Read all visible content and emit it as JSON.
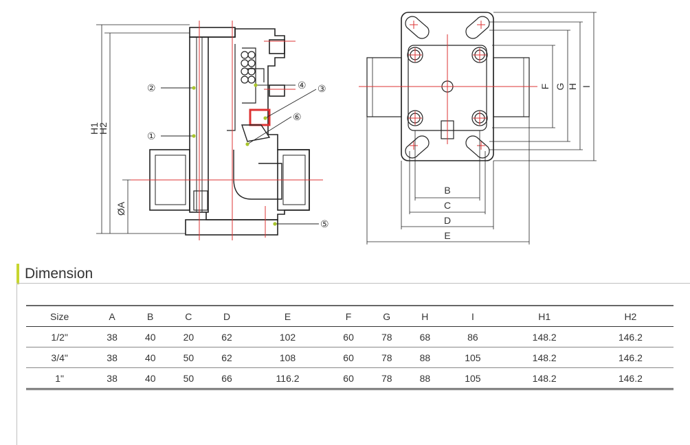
{
  "section": {
    "title": "Dimension"
  },
  "drawing_labels": {
    "side": {
      "h1": "H1",
      "h2": "H2",
      "dia_a": "ØA",
      "c1": "①",
      "c2": "②",
      "c3": "③",
      "c4": "④",
      "c5": "⑤",
      "c6": "⑥"
    },
    "top": {
      "b": "B",
      "c": "C",
      "d": "D",
      "e": "E",
      "f": "F",
      "g": "G",
      "h": "H",
      "i": "I"
    }
  },
  "table": {
    "columns": [
      "Size",
      "A",
      "B",
      "C",
      "D",
      "E",
      "F",
      "G",
      "H",
      "I",
      "H1",
      "H2"
    ],
    "rows": [
      [
        "1/2\"",
        "38",
        "40",
        "20",
        "62",
        "102",
        "60",
        "78",
        "68",
        "86",
        "148.2",
        "146.2"
      ],
      [
        "3/4\"",
        "38",
        "40",
        "50",
        "62",
        "108",
        "60",
        "78",
        "88",
        "105",
        "148.2",
        "146.2"
      ],
      [
        "1\"",
        "38",
        "40",
        "50",
        "66",
        "116.2",
        "60",
        "78",
        "88",
        "105",
        "148.2",
        "146.2"
      ]
    ]
  }
}
